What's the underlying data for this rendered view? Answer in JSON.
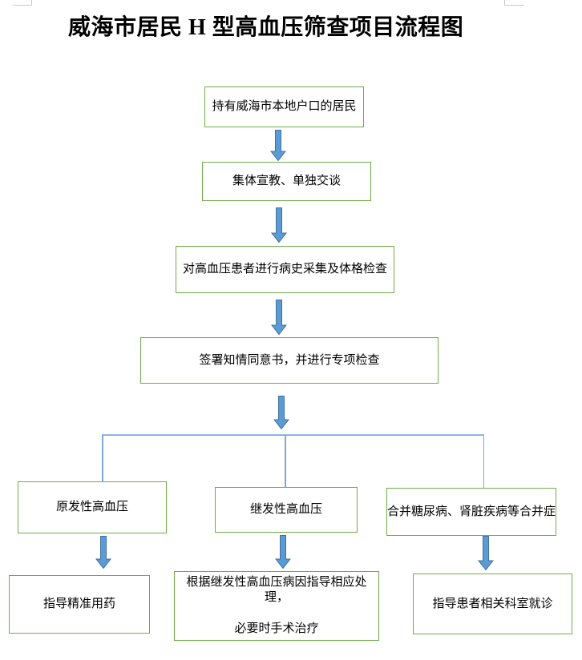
{
  "document": {
    "title": "威海市居民 H 型高血压筛查项目流程图"
  },
  "flowchart": {
    "steps": {
      "residents": "持有威海市本地户口的居民",
      "education": "集体宣教、单独交谈",
      "exam": "对高血压患者进行病史采集及体格检查",
      "consent": "签署知情同意书，并进行专项检查"
    },
    "branches": {
      "primary": "原发性高血压",
      "secondary": "继发性高血压",
      "comorbidity": "合并糖尿病、肾脏疾病等合并症"
    },
    "outcomes": {
      "medication": "指导精准用药",
      "secondary_line1": "根据继发性高血压病因指导相应处理，",
      "secondary_line2": "必要时手术治疗",
      "referral": "指导患者相关科室就诊"
    },
    "colors": {
      "box_border": "#70ad47",
      "arrow_fill": "#5b9bd5",
      "arrow_outline": "#41719c",
      "connector_line": "#7da7d8",
      "corner_mark": "#c9c9c9",
      "text": "#000000"
    }
  }
}
